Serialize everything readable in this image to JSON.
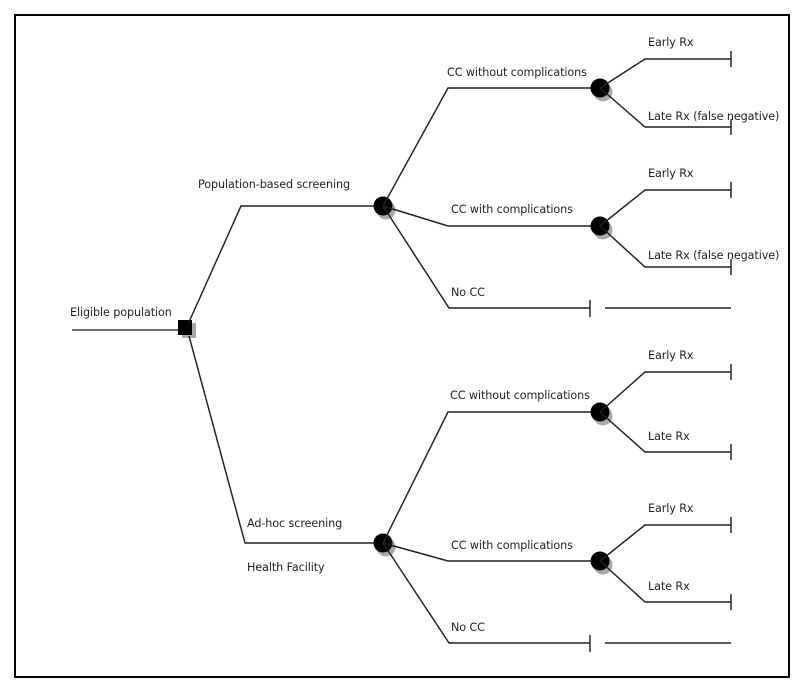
{
  "figure": {
    "type": "decision-tree",
    "title": "",
    "border_color": "#000000",
    "line_color": "#231f20",
    "text_color": "#231f20",
    "node_fill": "#000000",
    "node_shadow": "#9a9a9a"
  },
  "root": {
    "label": "Eligible population",
    "node_type": "decision-square"
  },
  "strategies": [
    {
      "label": "Population-based screening",
      "sublabel": "",
      "node_type": "chance-circle",
      "outcomes": [
        {
          "label": "CC without complications",
          "node_type": "chance-circle",
          "terminals": [
            {
              "label": "Early Rx"
            },
            {
              "label": "Late Rx (false negative)"
            }
          ]
        },
        {
          "label": "CC with complications",
          "node_type": "chance-circle",
          "terminals": [
            {
              "label": "Early Rx"
            },
            {
              "label": "Late Rx (false negative)"
            }
          ]
        },
        {
          "label": "No CC",
          "node_type": "terminal",
          "terminals": []
        }
      ]
    },
    {
      "label": "Ad-hoc screening",
      "sublabel": "Health Facility",
      "node_type": "chance-circle",
      "outcomes": [
        {
          "label": "CC without complications",
          "node_type": "chance-circle",
          "terminals": [
            {
              "label": "Early Rx"
            },
            {
              "label": "Late Rx"
            }
          ]
        },
        {
          "label": "CC with complications",
          "node_type": "chance-circle",
          "terminals": [
            {
              "label": "Early Rx"
            },
            {
              "label": "Late Rx"
            }
          ]
        },
        {
          "label": "No CC",
          "node_type": "terminal",
          "terminals": []
        }
      ]
    }
  ],
  "labels": {
    "root": "Eligible population",
    "strategy_top": "Population-based screening",
    "strategy_bottom": "Ad-hoc screening",
    "strategy_bottom_sub": "Health Facility",
    "top_cc_without": "CC without complications",
    "top_cc_with": "CC with complications",
    "top_no_cc": "No CC",
    "top_early_1": "Early Rx",
    "top_late_1": "Late Rx (false negative)",
    "top_early_2": "Early Rx",
    "top_late_2": "Late Rx (false negative)",
    "bot_cc_without": "CC without complications",
    "bot_cc_with": "CC with complications",
    "bot_no_cc": "No CC",
    "bot_early_1": "Early Rx",
    "bot_late_1": "Late Rx",
    "bot_early_2": "Early Rx",
    "bot_late_2": "Late Rx"
  }
}
